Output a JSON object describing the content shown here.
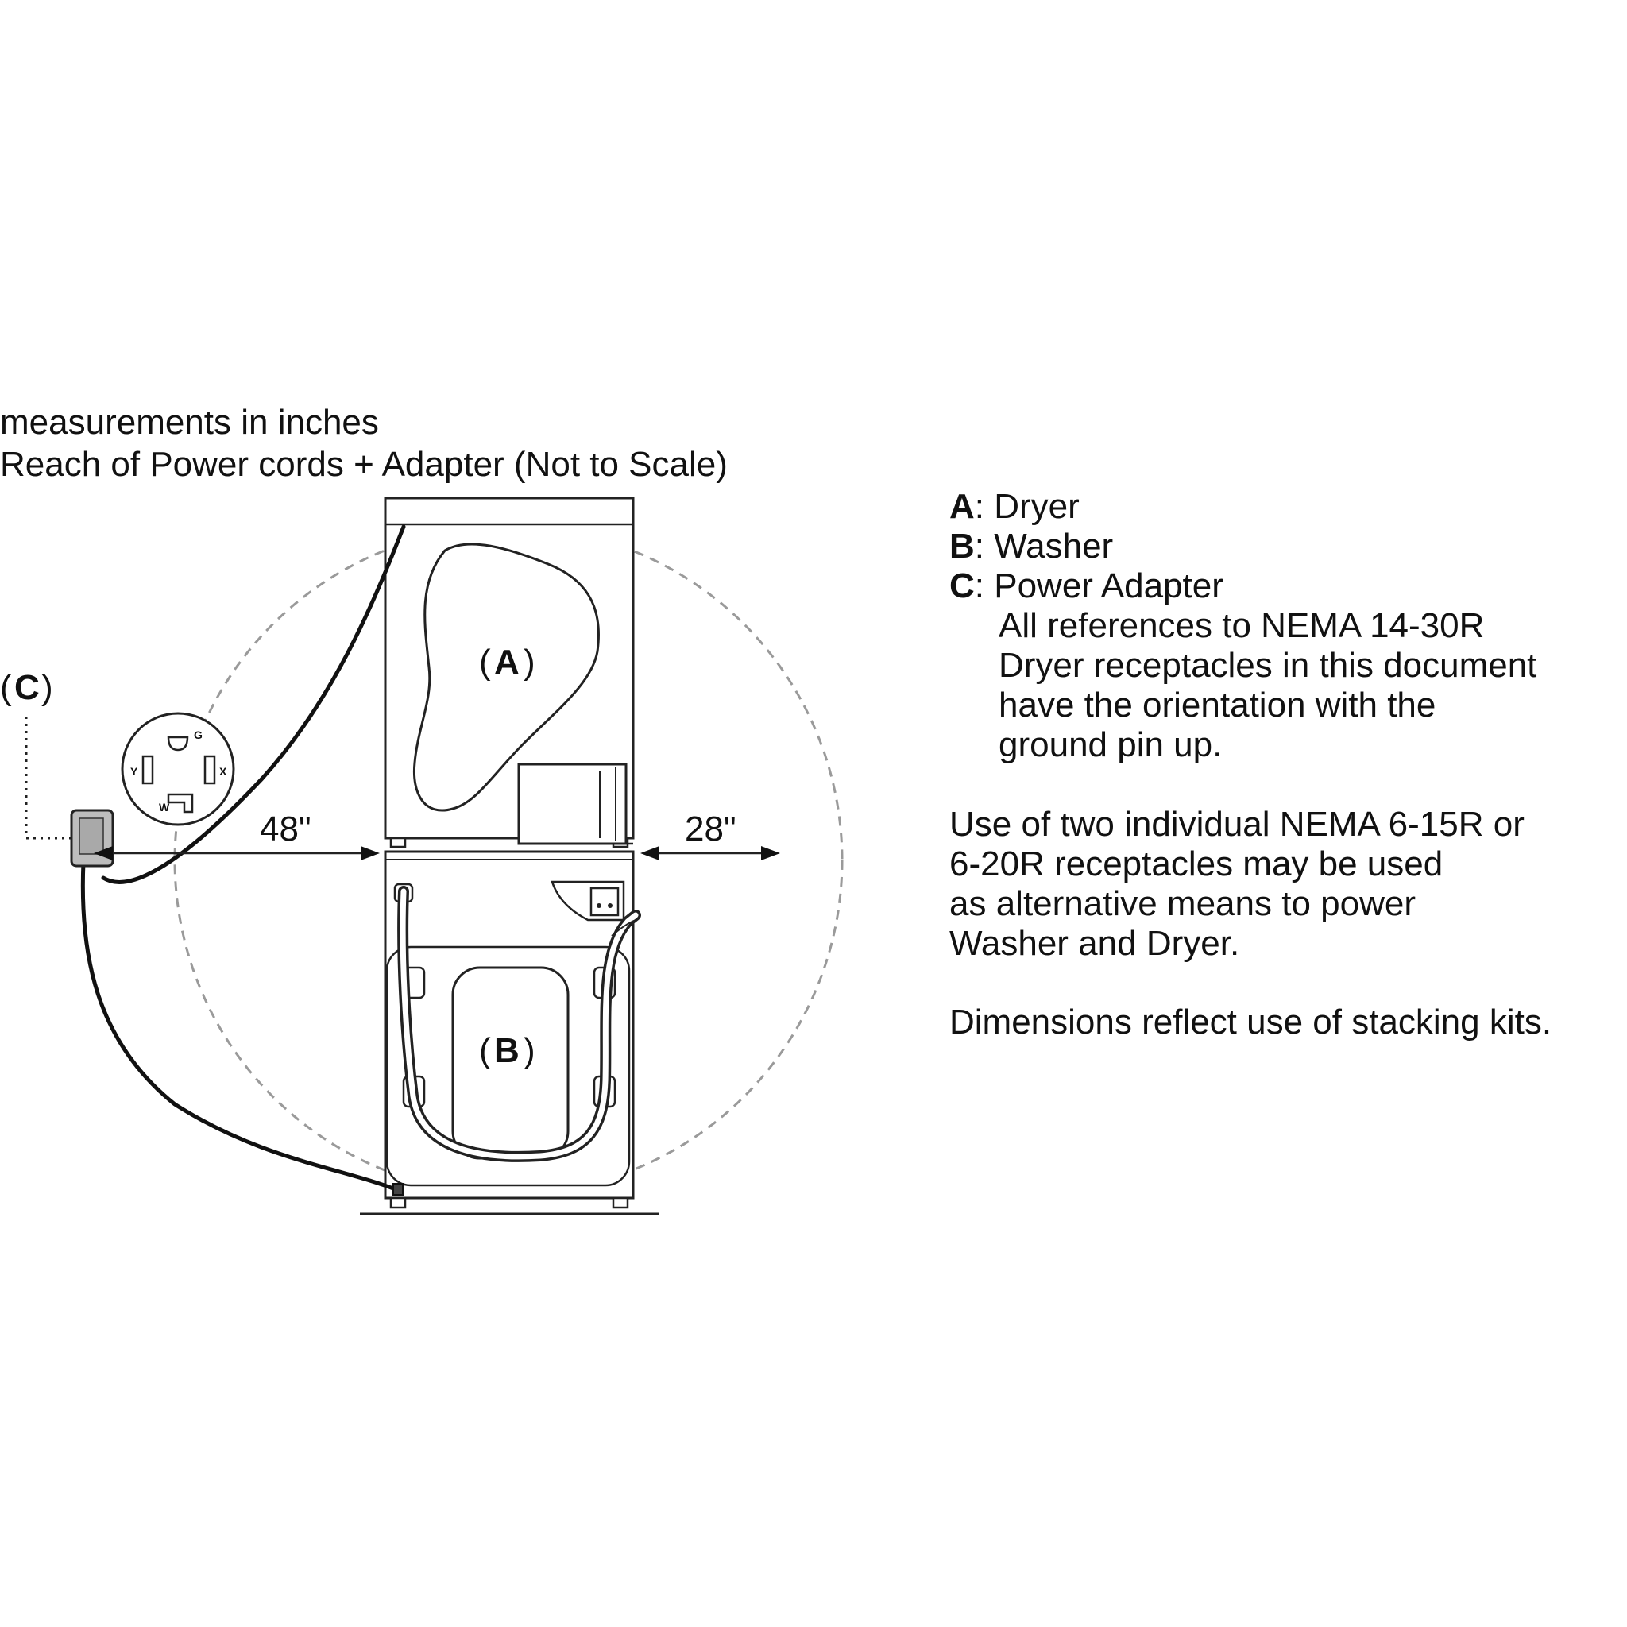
{
  "header": {
    "units_line": "measurements in inches",
    "title_line": "Reach of Power cords + Adapter (Not to Scale)"
  },
  "labels": {
    "dryer_open": "(",
    "dryer_letter": "A",
    "dryer_close": ")",
    "washer_open": "(",
    "washer_letter": "B",
    "washer_close": ")",
    "adapter_open": "(",
    "adapter_letter": "C",
    "adapter_close": ")"
  },
  "dimensions": {
    "left_reach": "48\"",
    "right_reach": "28\""
  },
  "receptacle_pins": {
    "ground": "G",
    "y": "Y",
    "x": "X",
    "w": "W"
  },
  "legend": {
    "items": [
      {
        "key": "A",
        "sep": ": ",
        "text": "Dryer"
      },
      {
        "key": "B",
        "sep": ": ",
        "text": "Washer"
      },
      {
        "key": "C",
        "sep": ": ",
        "text": "Power Adapter"
      }
    ],
    "adapter_note_lines": [
      "All references to NEMA 14-30R",
      "Dryer receptacles in this document",
      "have the orientation with the",
      "ground pin up."
    ]
  },
  "notes": {
    "alternative_lines": [
      "Use of two individual NEMA 6-15R or",
      "6-20R receptacles may be used",
      "as alternative means to power",
      "Washer and Dryer."
    ],
    "stacking_line": "Dimensions reflect use of stacking kits."
  }
}
